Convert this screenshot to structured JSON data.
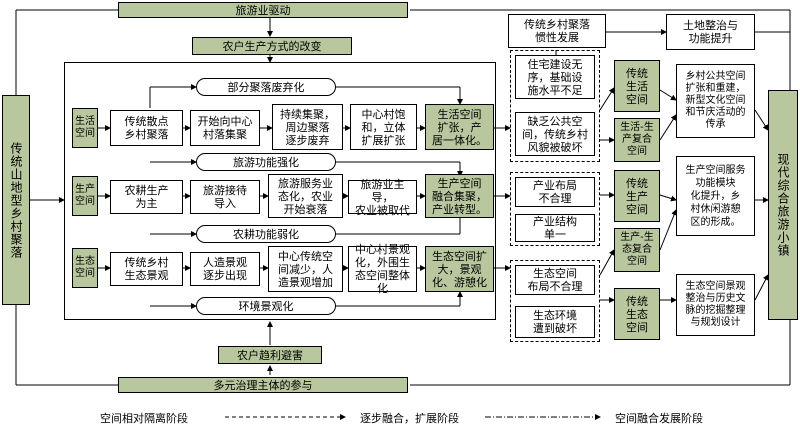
{
  "top_driver": "旅游业驱动",
  "farmer_change": "农户生产方式的改变",
  "left_label": "传统山地型乡村聚落",
  "right_label": "现代综合旅游小镇",
  "bottom_governance": "多元治理主体的参与",
  "farmer_profit": "农户趋利避害",
  "rows": {
    "life": {
      "label": "生活\n空间",
      "pill_top": "部分聚落废弃化",
      "steps": [
        "传统散点\n乡村聚落",
        "开始向中心\n村落集聚",
        "持续集聚，\n周边聚落\n逐步废弃",
        "中心村饱\n和，立体\n扩展扩张"
      ],
      "result": "生活空间\n扩张，产\n居一体化。"
    },
    "production": {
      "label": "生产\n空间",
      "pill_top": "旅游功能强化",
      "steps": [
        "农耕生产\n为主",
        "旅游接待\n导入",
        "旅游服务业\n态化，农业\n开始衰落",
        "旅游业主导，\n农业被取代"
      ],
      "result": "生产空间\n融合集聚，\n产业转型。",
      "pill_bottom": "农耕功能弱化"
    },
    "ecology": {
      "label": "生态\n空间",
      "steps": [
        "传统乡村\n生态景观",
        "人造景观\n逐步出现",
        "中心传统空\n间减少，人\n造景观增加",
        "中心村景观\n化，外围生\n态空间整体化"
      ],
      "result": "生态空间扩\n大，景观\n化、游憩化",
      "pill_bottom": "环境景观化"
    }
  },
  "problems": {
    "inertia": "传统乡村聚落\n惯性发展",
    "life": "住宅建设无\n序，基础设\n施水平不足",
    "life2": "缺乏公共空\n间，传统乡村\n风貌被破坏",
    "prod1": "产业布局\n不合理",
    "prod2": "产业结构\n单一",
    "eco1": "生态空间\n布局不合理",
    "eco2": "生态环境\n遭到破坏"
  },
  "spaces": {
    "trad_life": "传统\n生活\n空间",
    "life_prod": "生活-生\n产复合\n空间",
    "trad_prod": "传统\n生产\n空间",
    "prod_eco": "生产-生\n态复合\n空间",
    "trad_eco": "传统\n生态\n空间"
  },
  "outcomes": {
    "land": "土地整治与\n功能提升",
    "public": "乡村公共空间\n扩张和重建，\n新型文化空间\n和节庆活动的\n传承",
    "service": "生产空间服务\n功能模块\n化提升，乡\n村休闲游憩\n区的形成。",
    "landscape": "生态空间景观\n整治与历史文\n脉的挖掘整理\n与规划设计"
  },
  "legend": [
    "空间相对隔离阶段",
    "逐步融合，扩展阶段",
    "空间融合发展阶段"
  ]
}
